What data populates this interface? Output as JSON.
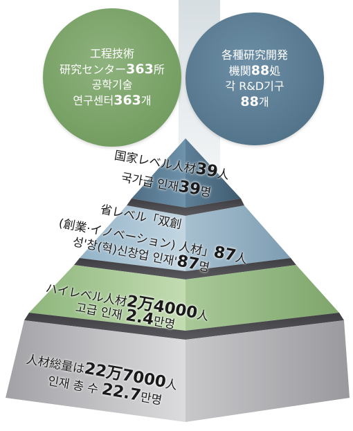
{
  "circles": {
    "left": {
      "line1": "工程技術",
      "line2_pre": "研究センター",
      "line2_num": "363",
      "line2_post": "所",
      "line3": "공학기술",
      "line4_pre": "연구센터",
      "line4_num": "363",
      "line4_post": "개",
      "color": "#7aa368"
    },
    "right": {
      "line1": "各種研究開発",
      "line2_pre": "機関",
      "line2_num": "88",
      "line2_post": "処",
      "line3": "각 R&D기구",
      "line4_num": "88",
      "line4_post": "개",
      "color": "#58798f"
    }
  },
  "tiers": [
    {
      "jp_pre": "国家レベル人材",
      "jp_num": "39",
      "jp_post": "人",
      "kr_pre": "국가급 인재",
      "kr_num": "39",
      "kr_post": "명",
      "color": "#6b8fa6"
    },
    {
      "jp_line1": "省レベル「双創",
      "jp_line2": "(創業·イノベーション) 人材」",
      "jp_num": "87",
      "jp_post": "人",
      "kr_pre": "성'창(혁)신창업 인재'",
      "kr_num": "87",
      "kr_post": "명",
      "color": "#8eaec2"
    },
    {
      "jp_pre": "ハイレベル人材",
      "jp_num": "2万4000",
      "jp_post": "人",
      "kr_pre": "고급 인재",
      "kr_num": "2.4",
      "kr_post": "만명",
      "color": "#8bb277"
    },
    {
      "jp_pre": "人材総量は",
      "jp_num": "22万7000",
      "jp_post": "人",
      "kr_pre": "인재 총 수",
      "kr_num": "22.7",
      "kr_post": "만명",
      "color": "#a9a9ad"
    }
  ]
}
